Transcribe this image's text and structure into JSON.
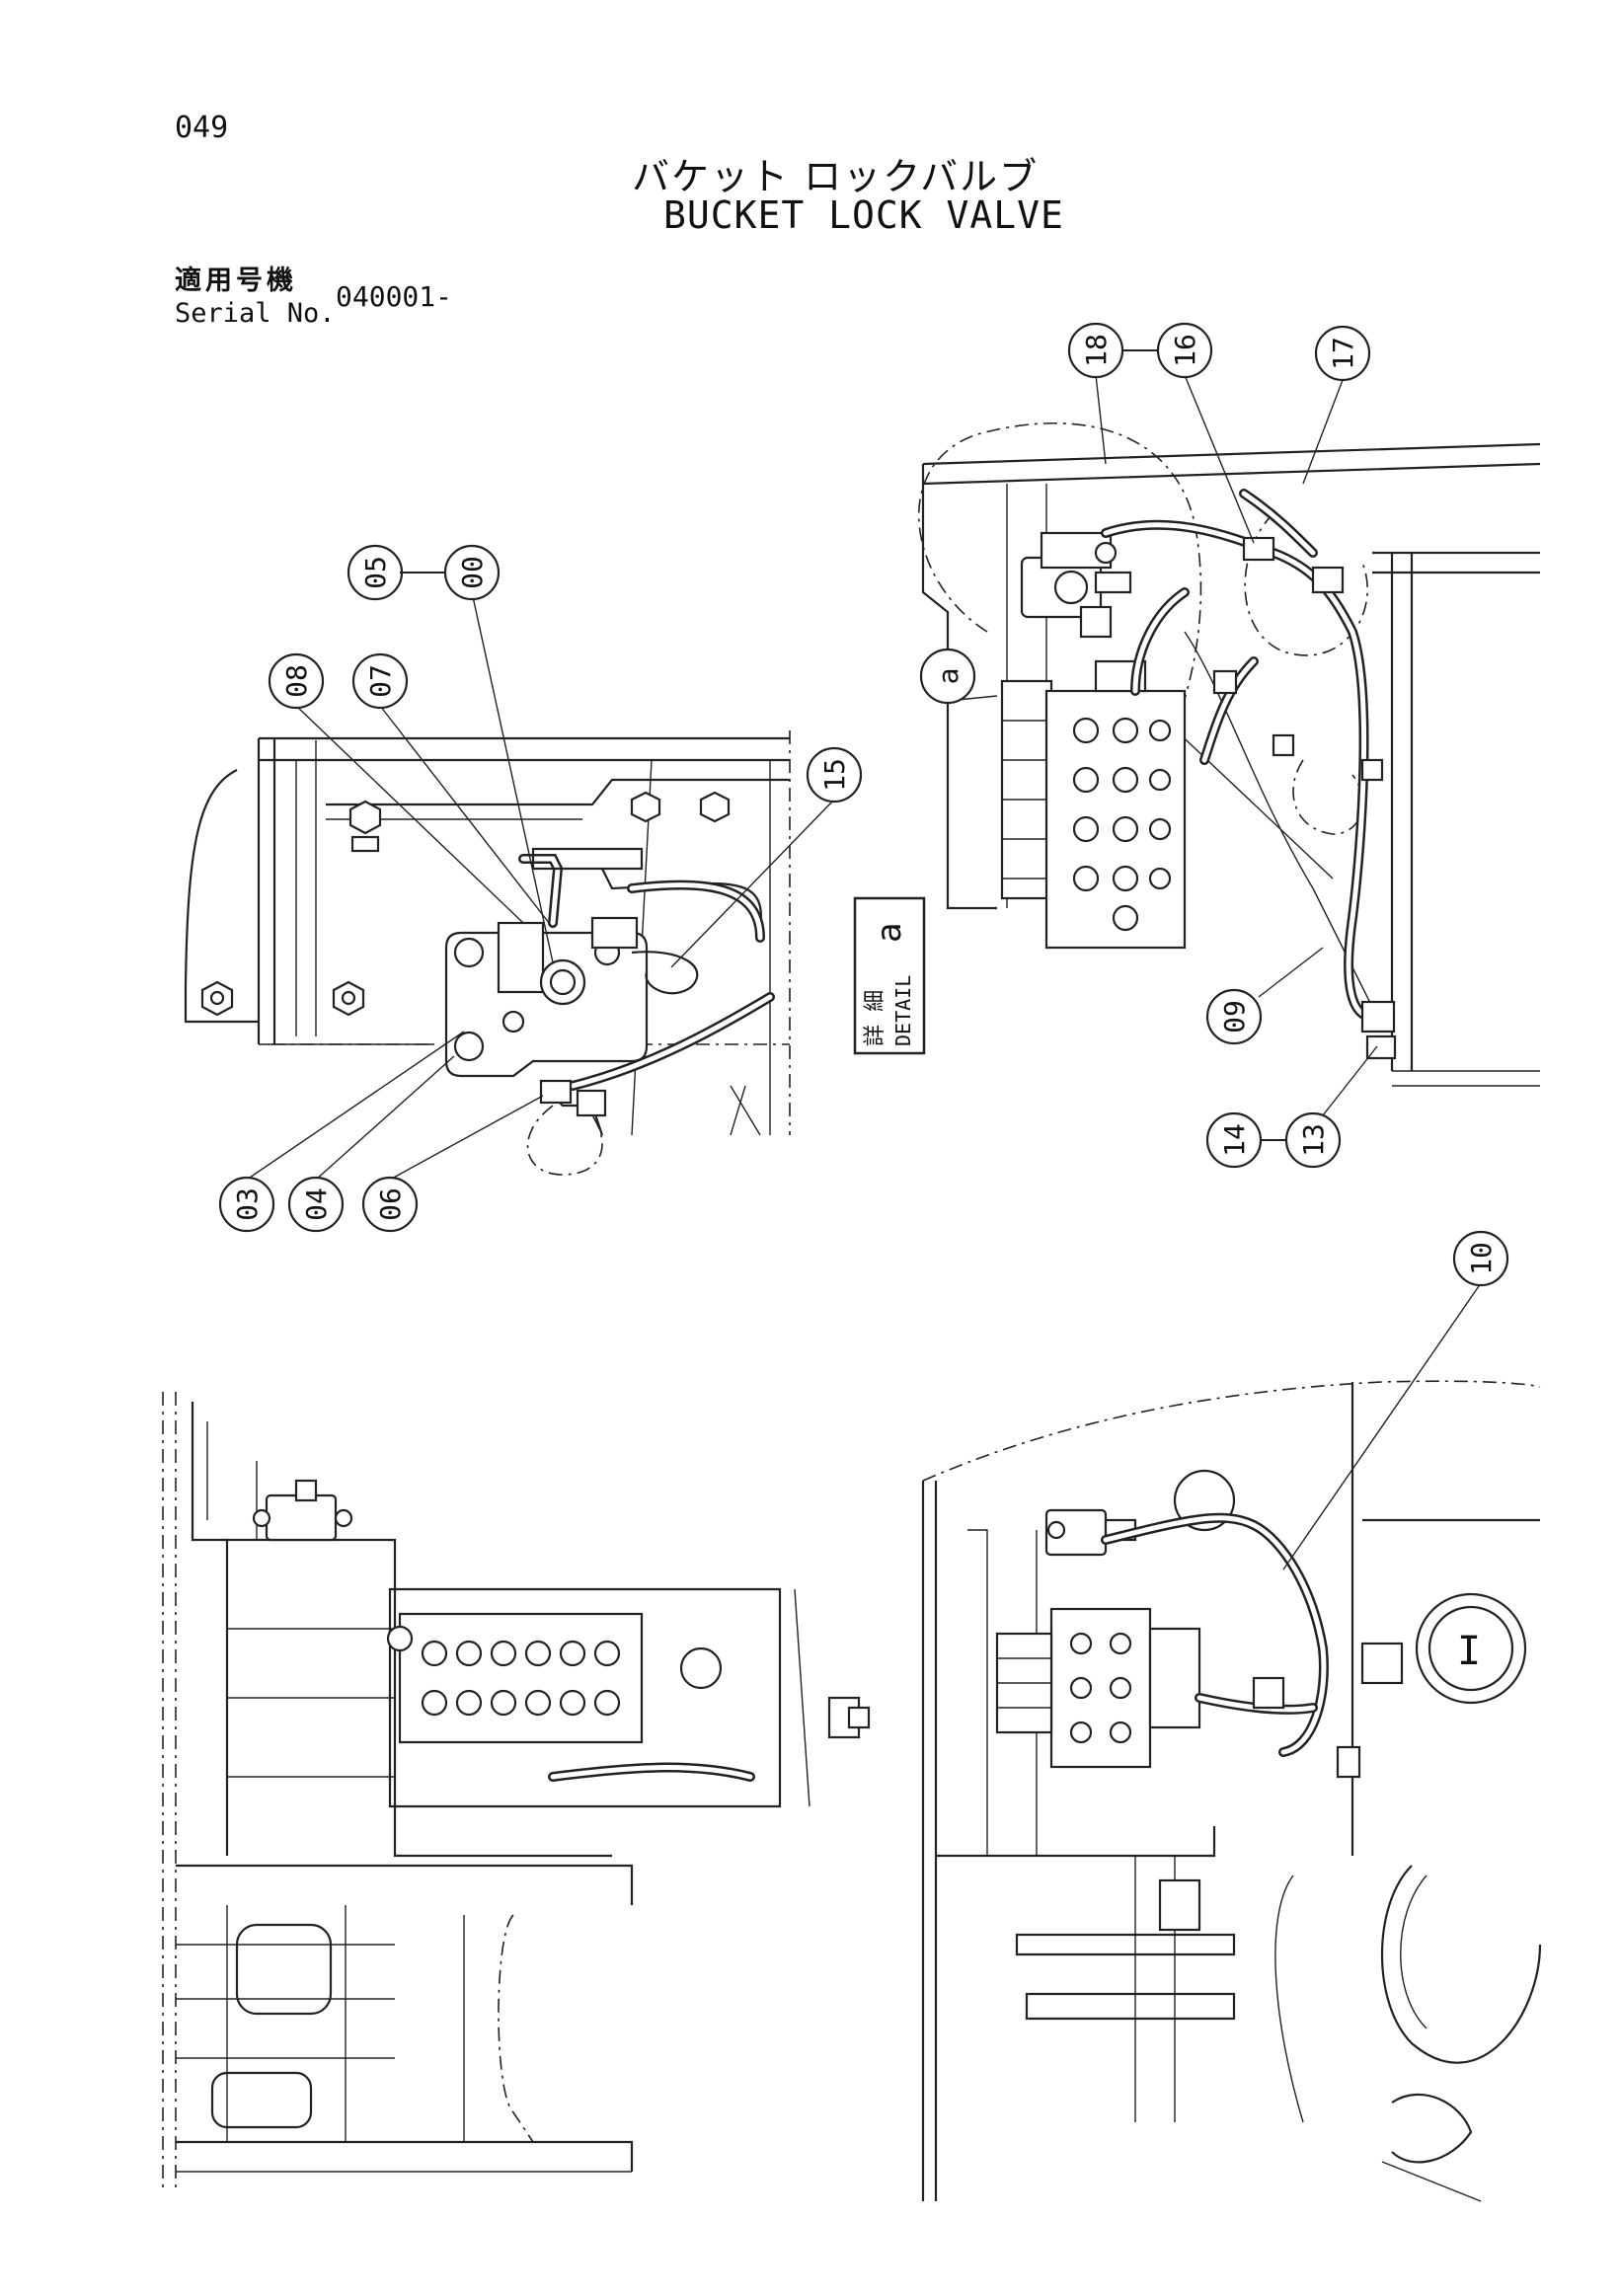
{
  "header": {
    "page_number": "049",
    "title_jp": "バケット ロックバルブ",
    "title_en": "BUCKET LOCK VALVE",
    "serial_label_jp": "適用号機",
    "serial_label_en": "Serial No.",
    "serial_value": "040001-"
  },
  "callouts": {
    "c00": "00",
    "c03": "03",
    "c04": "04",
    "c05": "05",
    "c06": "06",
    "c07": "07",
    "c08": "08",
    "c09": "09",
    "c10": "10",
    "c13": "13",
    "c14": "14",
    "c15": "15",
    "c16": "16",
    "c17": "17",
    "c18": "18",
    "ca": "a"
  },
  "detail_box": {
    "jp": "詳 細",
    "en": "DETAIL",
    "ref": "a"
  },
  "drawing_notes": {
    "cap_marker": "I"
  }
}
